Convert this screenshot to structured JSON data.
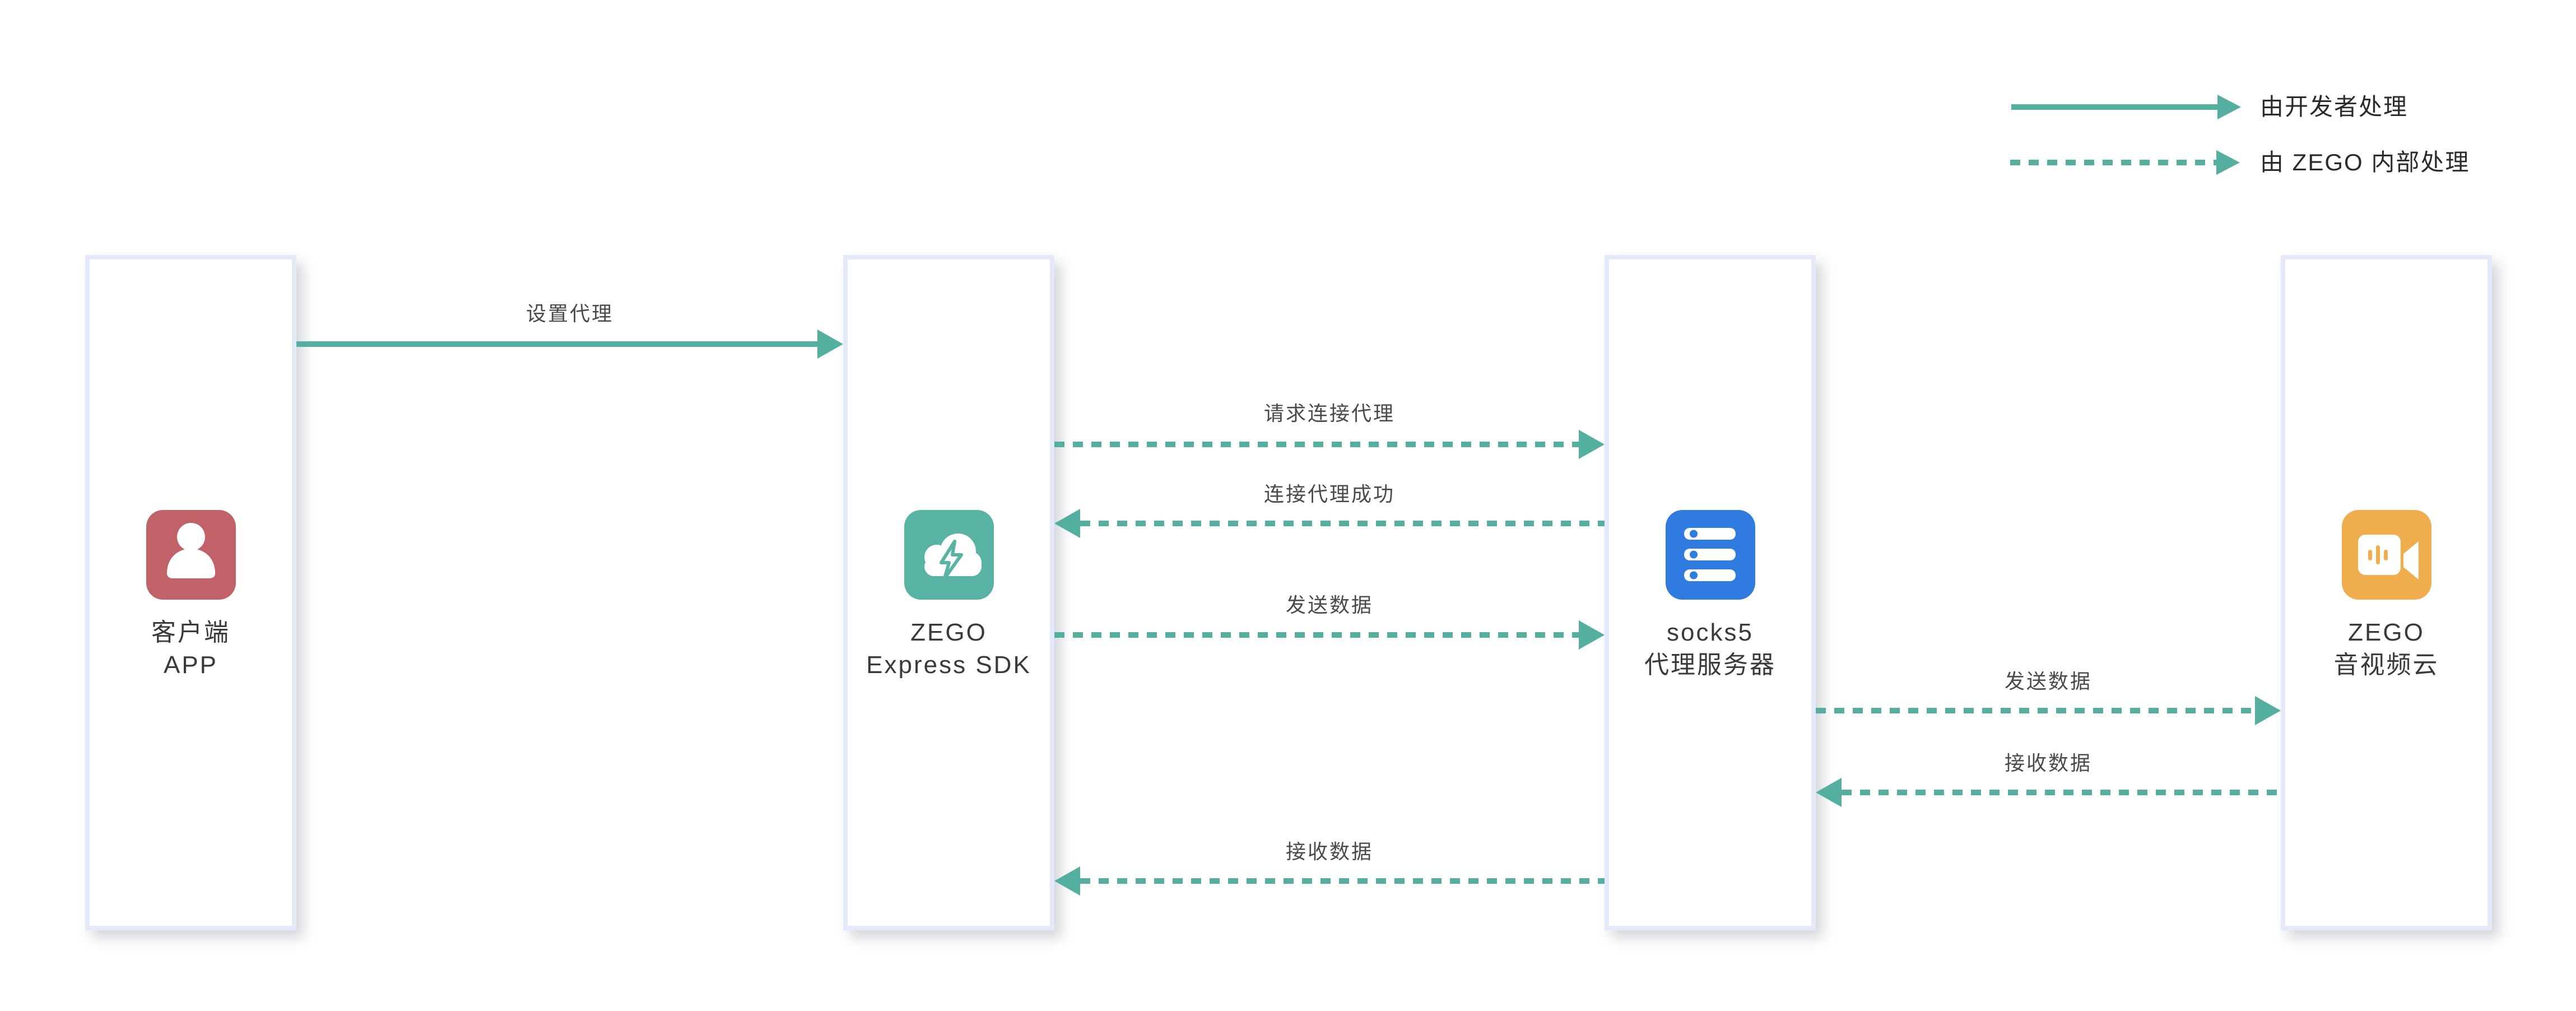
{
  "legend": {
    "items": [
      {
        "label": "由开发者处理",
        "style": "solid"
      },
      {
        "label": "由 ZEGO 内部处理",
        "style": "dashed"
      }
    ]
  },
  "nodes": [
    {
      "id": "client-app",
      "lines": [
        "客户端",
        "APP"
      ],
      "icon": "user-icon",
      "icon_color": "#C16168"
    },
    {
      "id": "zego-express-sdk",
      "lines": [
        "ZEGO",
        "Express SDK"
      ],
      "icon": "cloud-lightning-icon",
      "icon_color": "#58B3A4"
    },
    {
      "id": "socks5-proxy",
      "lines": [
        "socks5",
        "代理服务器"
      ],
      "icon": "server-icon",
      "icon_color": "#2F7BE0"
    },
    {
      "id": "zego-rtc-cloud",
      "lines": [
        "ZEGO",
        "音视频云"
      ],
      "icon": "video-camera-icon",
      "icon_color": "#EFAD4E"
    }
  ],
  "arrows": [
    {
      "id": "set-proxy",
      "label": "设置代理",
      "from": "client-app",
      "to": "zego-express-sdk",
      "style": "solid",
      "direction": "right"
    },
    {
      "id": "request-connect-proxy",
      "label": "请求连接代理",
      "from": "zego-express-sdk",
      "to": "socks5-proxy",
      "style": "dashed",
      "direction": "right"
    },
    {
      "id": "connect-proxy-success",
      "label": "连接代理成功",
      "from": "socks5-proxy",
      "to": "zego-express-sdk",
      "style": "dashed",
      "direction": "left"
    },
    {
      "id": "send-data-sdk-to-proxy",
      "label": "发送数据",
      "from": "zego-express-sdk",
      "to": "socks5-proxy",
      "style": "dashed",
      "direction": "right"
    },
    {
      "id": "send-data-proxy-to-cloud",
      "label": "发送数据",
      "from": "socks5-proxy",
      "to": "zego-rtc-cloud",
      "style": "dashed",
      "direction": "right"
    },
    {
      "id": "receive-data-cloud-to-proxy",
      "label": "接收数据",
      "from": "zego-rtc-cloud",
      "to": "socks5-proxy",
      "style": "dashed",
      "direction": "left"
    },
    {
      "id": "receive-data-proxy-to-sdk",
      "label": "接收数据",
      "from": "socks5-proxy",
      "to": "zego-express-sdk",
      "style": "dashed",
      "direction": "left"
    }
  ],
  "colors": {
    "arrow": "#55AFA0",
    "box_border": "#E4E9F9",
    "box_bg": "#FFFFFF",
    "text_dark": "#3A3A3A",
    "label_text": "#4A4A4A",
    "legend_text": "#2B2B2B",
    "client_icon": "#C16168",
    "sdk_icon": "#58B3A4",
    "proxy_icon": "#2F7BE0",
    "cloud_icon": "#EFAD4E",
    "icon_glyph": "#FFFFFF"
  }
}
